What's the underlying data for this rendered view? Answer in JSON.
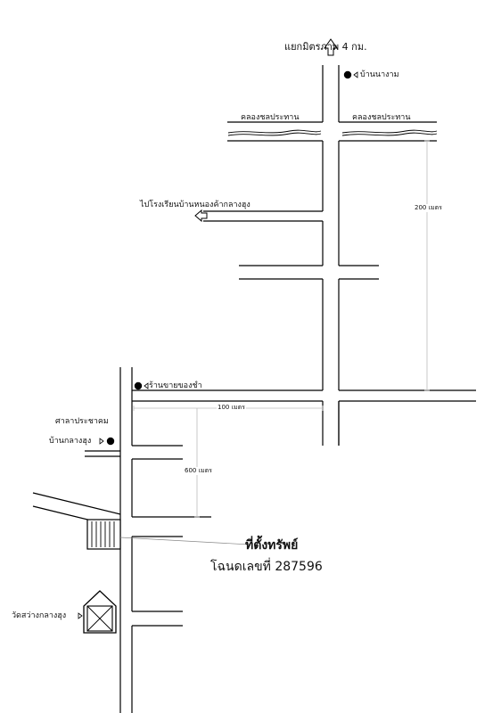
{
  "map": {
    "north_destination": "แยกมิตรภาพ 4 กม.",
    "landmarks": {
      "ban_na_ngam": "บ้านนางาม",
      "canal_left": "คลองชลประทาน",
      "canal_right": "คลองชลประทาน",
      "school": "ไปโรงเรียนบ้านหนองค้ากลางฮุง",
      "shop": "ร้านขายของชำ",
      "sala_line1": "ศาลาประชาคม",
      "sala_line2": "บ้านกลางฮุง",
      "temple": "วัดสว่างกลางฮุง"
    },
    "distances": {
      "d200": "200 เมตร",
      "d100": "100 เมตร",
      "d600": "600 เมตร"
    },
    "property": {
      "title": "ที่ตั้งทรัพย์",
      "deed": "โฉนดเลขที่ 287596"
    }
  }
}
